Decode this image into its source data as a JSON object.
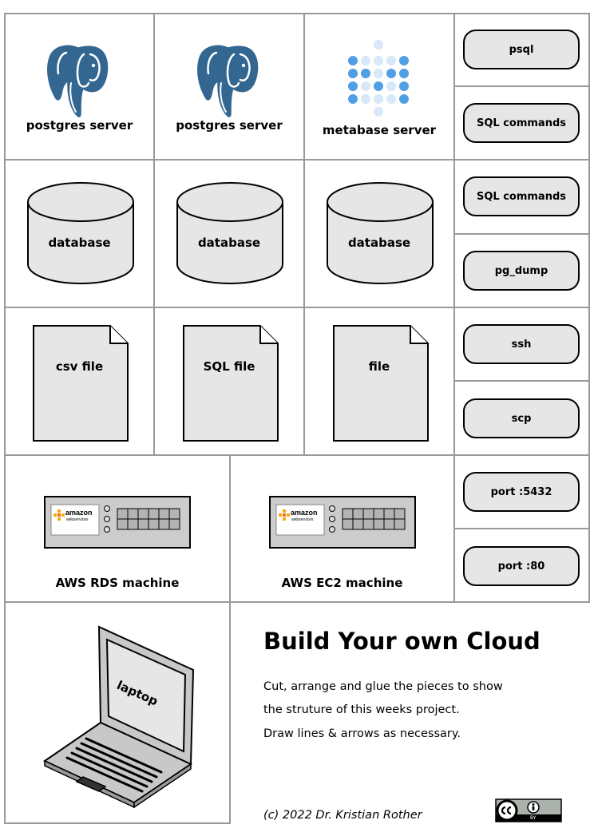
{
  "servers": [
    {
      "label": "postgres server",
      "icon": "postgres-elephant-icon"
    },
    {
      "label": "postgres server",
      "icon": "postgres-elephant-icon"
    },
    {
      "label": "metabase server",
      "icon": "metabase-dots-icon"
    }
  ],
  "databases": [
    {
      "label": "database"
    },
    {
      "label": "database"
    },
    {
      "label": "database"
    }
  ],
  "files": [
    {
      "label": "csv file"
    },
    {
      "label": "SQL file"
    },
    {
      "label": "file"
    }
  ],
  "machines": [
    {
      "label": "AWS RDS machine",
      "logo_main": "amazon",
      "logo_sub": "webservices"
    },
    {
      "label": "AWS EC2 machine",
      "logo_main": "amazon",
      "logo_sub": "webservices"
    }
  ],
  "tools": [
    {
      "label": "psql"
    },
    {
      "label": "SQL commands"
    },
    {
      "label": "SQL commands"
    },
    {
      "label": "pg_dump"
    },
    {
      "label": "ssh"
    },
    {
      "label": "scp"
    },
    {
      "label": "port :5432"
    },
    {
      "label": "port :80"
    }
  ],
  "laptop": {
    "label": "laptop"
  },
  "info": {
    "title": "Build Your own Cloud",
    "lines": [
      "Cut, arrange and glue the pieces to show",
      "the struture of this weeks project.",
      "Draw lines & arrows as necessary."
    ],
    "copyright": "(c) 2022 Dr. Kristian Rother",
    "license_badge": "BY"
  },
  "colors": {
    "postgres_blue": "#336791",
    "metabase_blue": "#509ee3",
    "metabase_light": "#d7e8f8",
    "shape_fill": "#e6e6e6",
    "grid_line": "#999999"
  }
}
